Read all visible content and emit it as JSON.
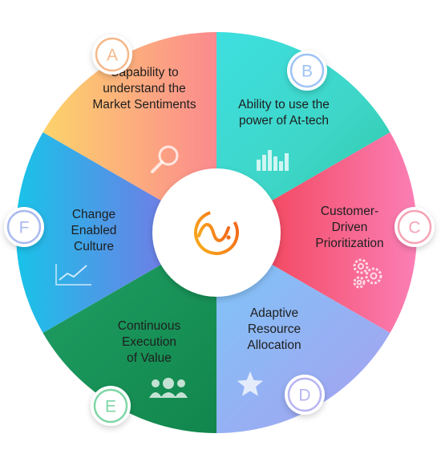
{
  "segments": [
    {
      "letter": "A",
      "lines": [
        "Capability to",
        "understand the",
        "Market Sentiments"
      ],
      "icon": "magnifier-icon",
      "badge_color": "#f5b88a"
    },
    {
      "letter": "B",
      "lines": [
        "Ability to use the",
        "power of At-tech"
      ],
      "icon": "bar-chart-icon",
      "badge_color": "#9ec3f5"
    },
    {
      "letter": "C",
      "lines": [
        "Customer-",
        "Driven",
        "Prioritization"
      ],
      "icon": "gears-icon",
      "badge_color": "#f5a3b5"
    },
    {
      "letter": "D",
      "lines": [
        "Adaptive",
        "Resource",
        "Allocation"
      ],
      "icon": "star-icon",
      "badge_color": "#b7b5f2"
    },
    {
      "letter": "E",
      "lines": [
        "Continuous",
        "Execution",
        "of Value"
      ],
      "icon": "people-icon",
      "badge_color": "#7fd6a6"
    },
    {
      "letter": "F",
      "lines": [
        "Change",
        "Enabled",
        "Culture"
      ],
      "icon": "trend-line-icon",
      "badge_color": "#a9b9ef"
    }
  ],
  "center_logo": "wave-logo-icon"
}
